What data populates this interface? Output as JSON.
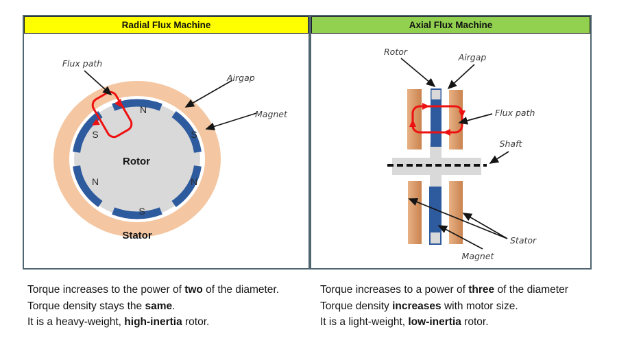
{
  "radial": {
    "title": "Radial Flux Machine",
    "labels": {
      "flux_path": "Flux path",
      "airgap": "Airgap",
      "magnet": "Magnet",
      "rotor": "Rotor",
      "stator": "Stator"
    },
    "poles": {
      "top": "N",
      "upper_left": "S",
      "upper_right": "S",
      "lower_left": "N",
      "lower_right": "N",
      "bottom": "S"
    }
  },
  "axial": {
    "title": "Axial Flux Machine",
    "labels": {
      "rotor": "Rotor",
      "airgap": "Airgap",
      "flux_path": "Flux path",
      "shaft": "Shaft",
      "stator": "Stator",
      "magnet": "Magnet"
    }
  },
  "notes": {
    "radial": [
      {
        "pre": "Torque increases to the power of ",
        "bold": "two",
        "post": " of the diameter."
      },
      {
        "pre": "Torque density stays the ",
        "bold": "same",
        "post": "."
      },
      {
        "pre": "It is a heavy-weight, ",
        "bold": "high-inertia",
        "post": " rotor."
      }
    ],
    "axial": [
      {
        "pre": "Torque increases to a power of ",
        "bold": "three",
        "post": " of the diameter"
      },
      {
        "pre": "Torque density ",
        "bold": "increases",
        "post": " with motor size."
      },
      {
        "pre": "It is a light-weight, ",
        "bold": "low-inertia",
        "post": " rotor."
      }
    ]
  },
  "colors": {
    "header_yellow": "#FFFF00",
    "header_green": "#92D050",
    "panel_border": "#4F6570",
    "stator_peach": "#F4C7A2",
    "stator_orange_light": "#E8B184",
    "stator_orange_dark": "#C9834F",
    "magnet_blue": "#2E5A9E",
    "rotor_gray": "#D9D9D9",
    "flux_red": "#EE1111",
    "arrow_black": "#151515"
  }
}
